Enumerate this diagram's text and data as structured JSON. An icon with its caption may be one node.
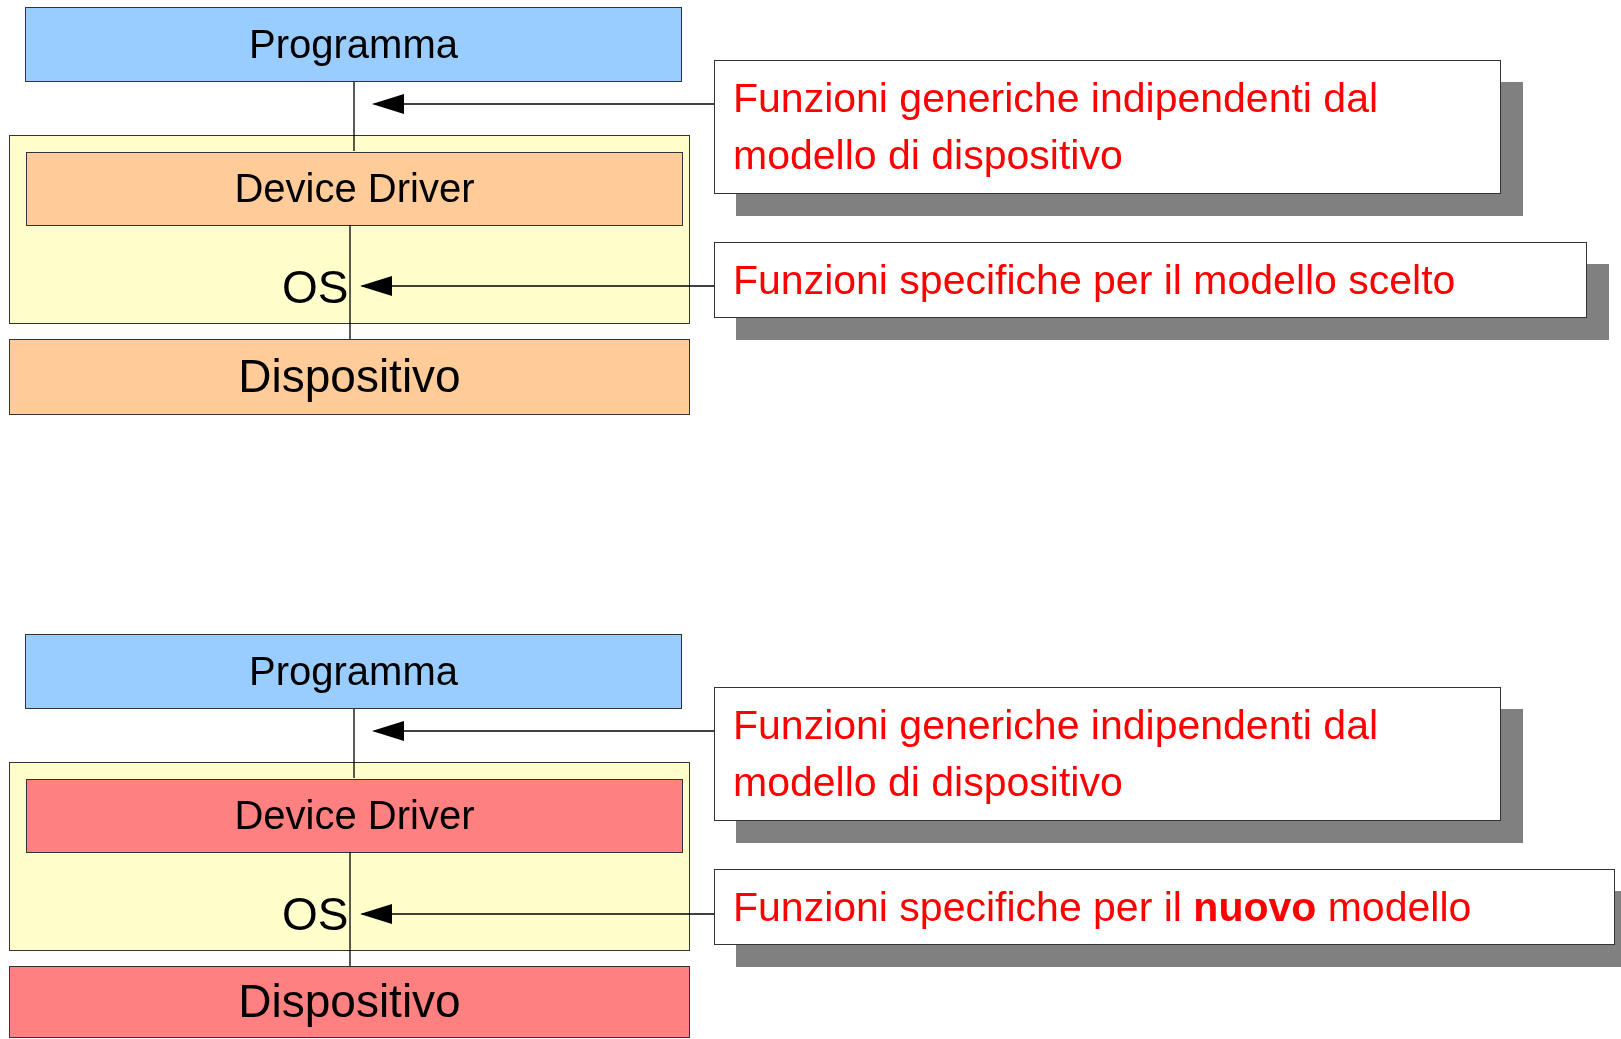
{
  "diagram": {
    "nodes": [
      {
        "text": [
          "Programma"
        ]
      },
      {
        "text": [
          "OS"
        ]
      },
      {
        "text": [
          "Device Driver"
        ],
        "in": 1
      },
      {
        "text": [
          "Dispositivo"
        ]
      },
      {
        "text": [
          "Funzioni generiche indipendenti dal modello di dispositivo"
        ]
      },
      {
        "text": [
          "Funzioni specifiche per il modello scelto"
        ]
      },
      {
        "text": [
          "Programma"
        ]
      },
      {
        "text": [
          "OS"
        ]
      },
      {
        "text": [
          "Device Driver"
        ],
        "in": 7
      },
      {
        "text": [
          "Dispositivo"
        ]
      },
      {
        "text": [
          "Funzioni generiche indipendenti dal modello di dispositivo"
        ]
      },
      {
        "text": [
          "Funzioni specifiche per il **nuovo** modello"
        ]
      }
    ],
    "edges": [
      {
        "from": 0,
        "to": 2,
        "arrow": "none"
      },
      {
        "from": 2,
        "to": 3,
        "arrow": "none"
      },
      {
        "from": 4,
        "to": 0,
        "arrow": "to"
      },
      {
        "from": 5,
        "to": 1,
        "arrow": "to"
      },
      {
        "from": 6,
        "to": 8,
        "arrow": "none"
      },
      {
        "from": 8,
        "to": 9,
        "arrow": "none"
      },
      {
        "from": 10,
        "to": 6,
        "arrow": "to"
      },
      {
        "from": 11,
        "to": 7,
        "arrow": "to"
      }
    ]
  }
}
